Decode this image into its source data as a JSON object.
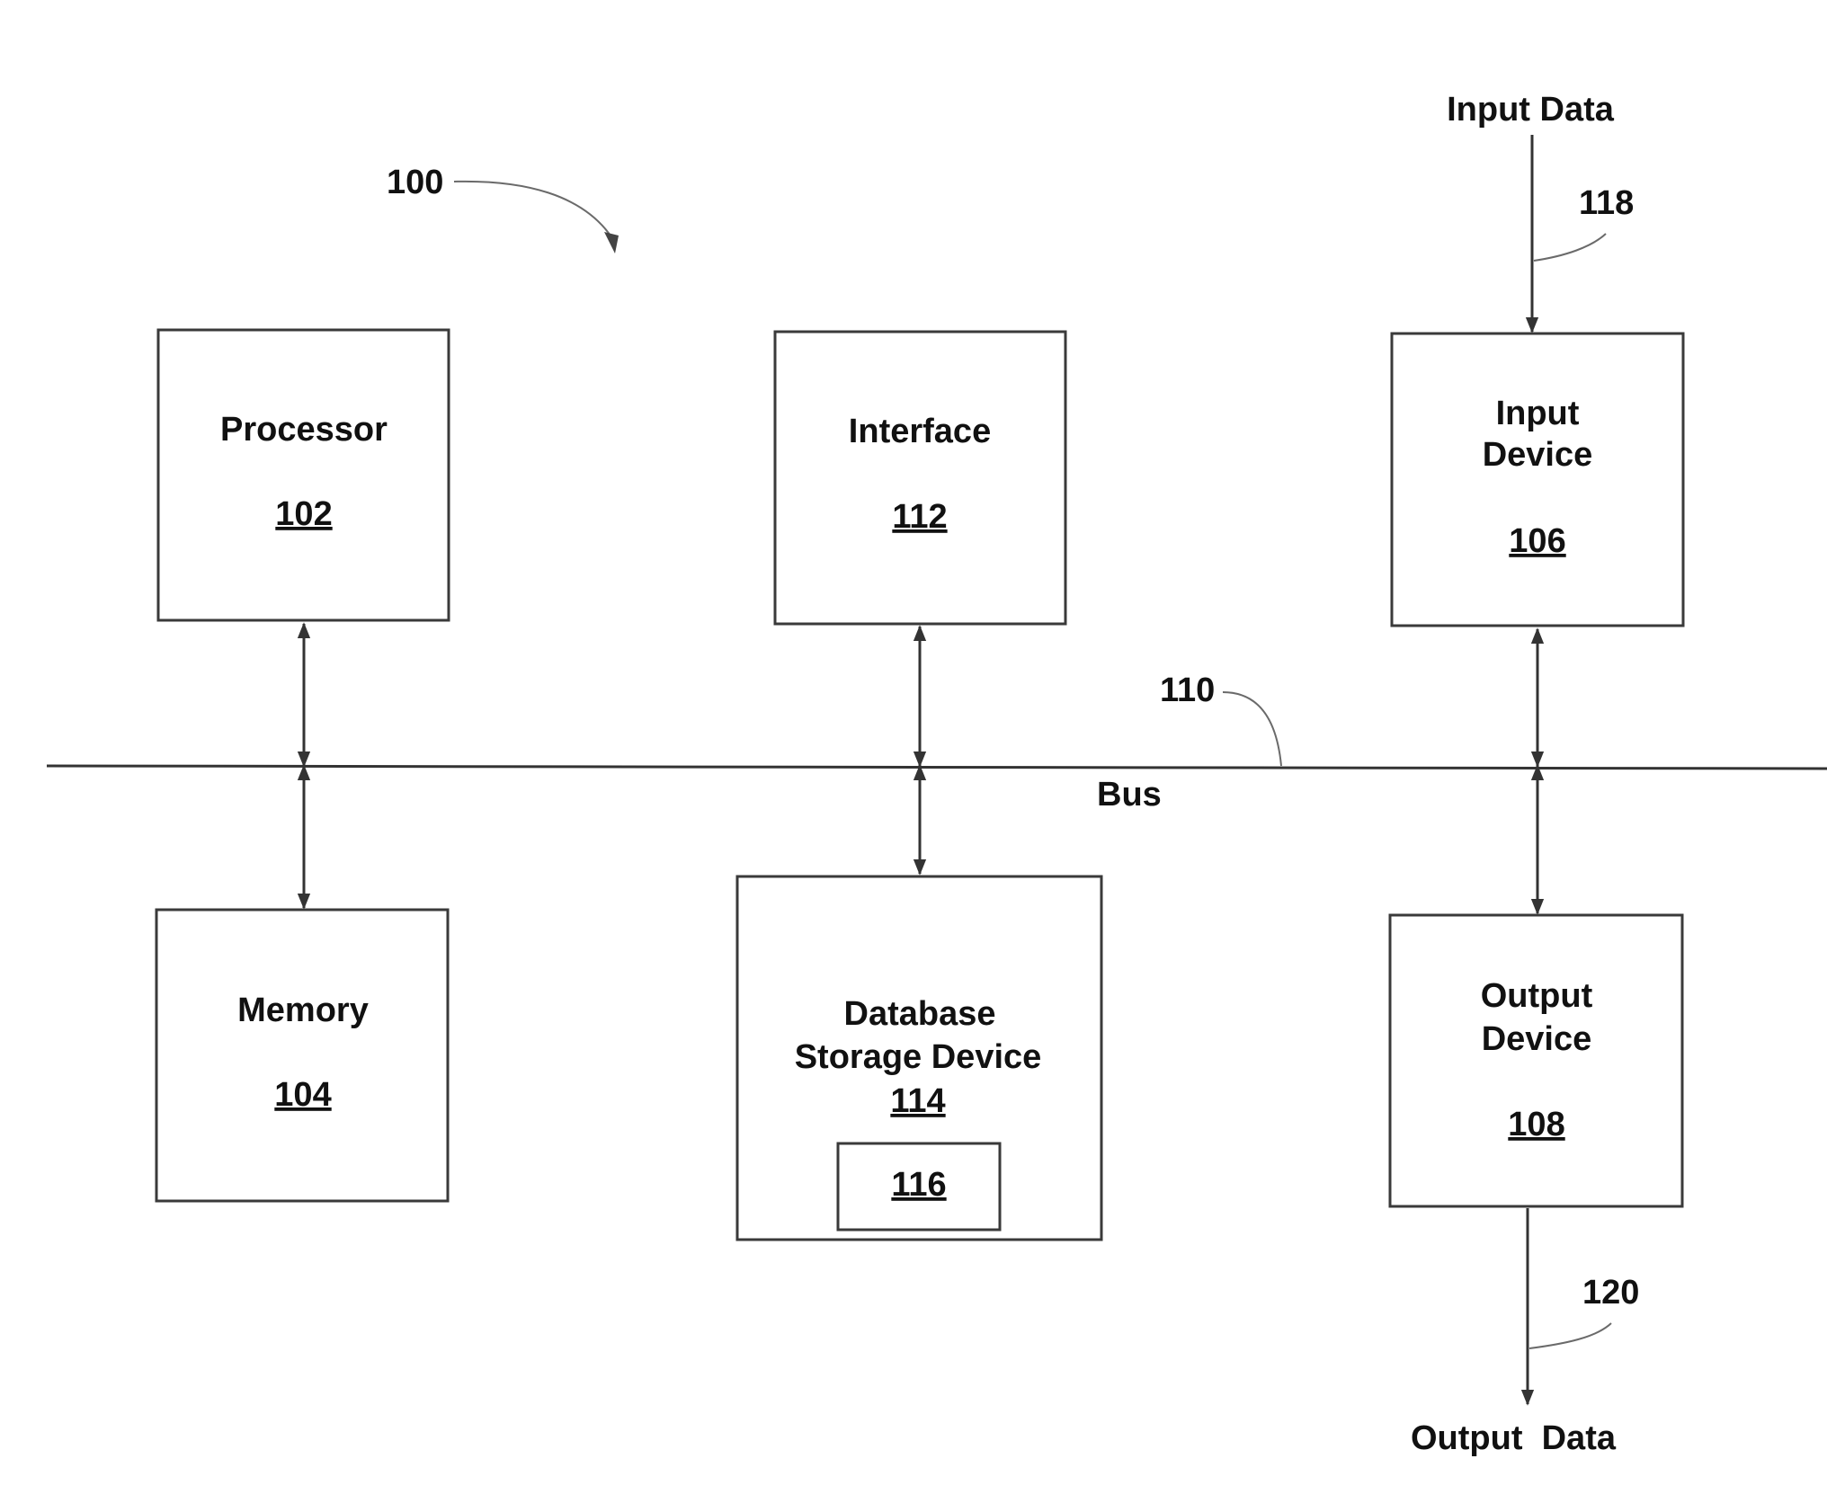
{
  "figure": {
    "system_ref": "100",
    "bus": {
      "label": "Bus",
      "ref": "110"
    },
    "components": {
      "processor": {
        "name": "Processor",
        "ref": "102"
      },
      "memory": {
        "name": "Memory",
        "ref": "104"
      },
      "input_device": {
        "name_line1": "Input",
        "name_line2": "Device",
        "ref": "106"
      },
      "output_device": {
        "name_line1": "Output",
        "name_line2": "Device",
        "ref": "108"
      },
      "interface": {
        "name": "Interface",
        "ref": "112"
      },
      "database": {
        "name_line1": "Database",
        "name_line2": "Storage Device",
        "ref": "114",
        "inner_ref": "116"
      }
    },
    "io": {
      "input_label": "Input Data",
      "input_ref": "118",
      "output_label": "Output  Data",
      "output_ref": "120"
    }
  }
}
